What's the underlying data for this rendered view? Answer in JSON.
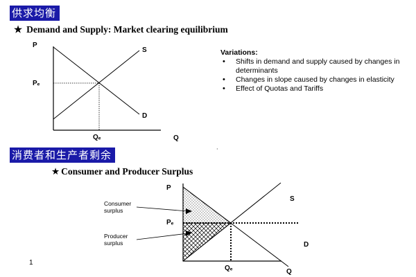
{
  "sections": [
    {
      "banner": "供求均衡",
      "heading": "Demand and Supply: Market clearing equilibrium",
      "variations_title": "Variations:",
      "variations": [
        "Shifts in demand and supply caused by changes in determinants",
        "Changes in slope caused by changes in elasticity",
        "Effect of Quotas and Tariffs"
      ]
    },
    {
      "banner": "消费者和生产者剩余",
      "heading": "Consumer and Producer Surplus",
      "consumer_surplus_label": "Consumer surplus",
      "producer_surplus_label": "Producer surplus"
    }
  ],
  "icons": {
    "bullet_star": "star-icon"
  },
  "page_number": "1",
  "stray_mark": "·",
  "diagrams": [
    {
      "y_axis_label": "P",
      "x_axis_label": "Q",
      "price_label": "Pₑ",
      "quantity_label": "Qₑ",
      "supply_label": "S",
      "demand_label": "D"
    },
    {
      "y_axis_label": "P",
      "x_axis_label": "Q",
      "price_label": "Pₑ",
      "quantity_label": "Qₑ",
      "supply_label": "S",
      "demand_label": "D"
    }
  ]
}
